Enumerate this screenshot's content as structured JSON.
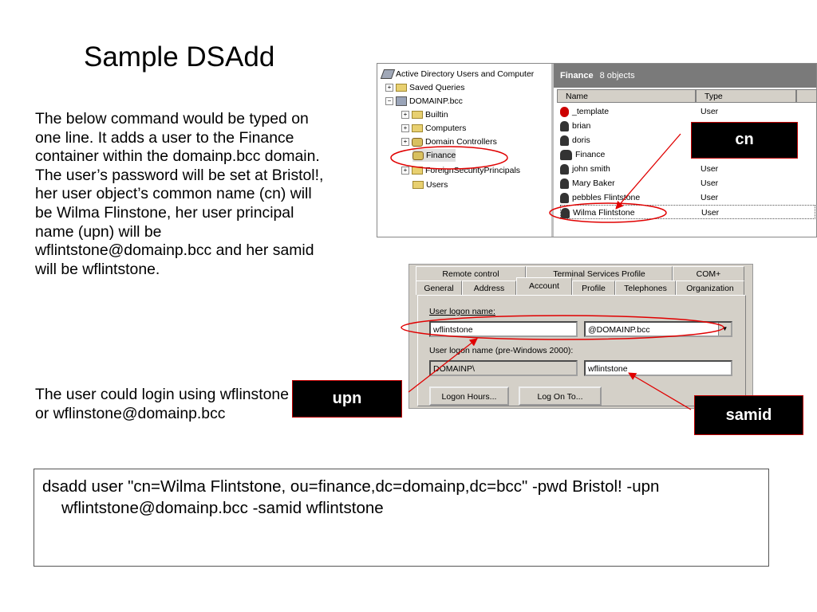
{
  "slide": {
    "title": "Sample DSAdd",
    "paragraph1": "The below command would be typed on one line.  It  adds a user to the Finance container within the domainp.bcc domain. The user’s password will be set at Bristol!, her user object’s common name (cn)  will be Wilma Flinstone, her user principal name (upn) will be wflintstone@domainp.bcc and her samid will be wflintstone.",
    "paragraph2": "The user could login using wflinstone or wflinstone@domainp.bcc",
    "command": "dsadd user \"cn=Wilma Flintstone, ou=finance,dc=domainp,dc=bcc\" -pwd Bristol! -upn wflintstone@domainp.bcc -samid wflintstone"
  },
  "tags": {
    "cn": "cn",
    "upn": "upn",
    "samid": "samid"
  },
  "ad_console": {
    "tree": {
      "root": "Active Directory Users and Computer",
      "saved_queries": "Saved Queries",
      "domain": "DOMAINP.bcc",
      "builtin": "Builtin",
      "computers": "Computers",
      "domain_controllers": "Domain Controllers",
      "finance": "Finance",
      "fsp": "ForeignSecurityPrincipals",
      "users": "Users"
    },
    "pane_title": "Finance",
    "pane_count": "8 objects",
    "col_name": "Name",
    "col_type": "Type",
    "rows": [
      {
        "name": "_template",
        "type": "User"
      },
      {
        "name": "brian",
        "type": ""
      },
      {
        "name": "doris",
        "type": ""
      },
      {
        "name": "Finance",
        "type": ""
      },
      {
        "name": "john smith",
        "type": "User"
      },
      {
        "name": "Mary Baker",
        "type": "User"
      },
      {
        "name": "pebbles Flintstone",
        "type": "User"
      },
      {
        "name": "Wilma Flintstone",
        "type": "User"
      }
    ]
  },
  "dialog": {
    "tabs_top": [
      "Remote control",
      "Terminal Services Profile",
      "COM+"
    ],
    "tabs_bottom": [
      "General",
      "Address",
      "Account",
      "Profile",
      "Telephones",
      "Organization"
    ],
    "logon_label": "User logon name:",
    "logon_value": "wflintstone",
    "domain_suffix": "@DOMAINP.bcc",
    "pre2000_label": "User logon name (pre-Windows 2000):",
    "pre2000_domain": "DOMAINP\\",
    "pre2000_value": "wflintstone",
    "logon_hours": "Logon Hours...",
    "log_on_to": "Log On To..."
  }
}
